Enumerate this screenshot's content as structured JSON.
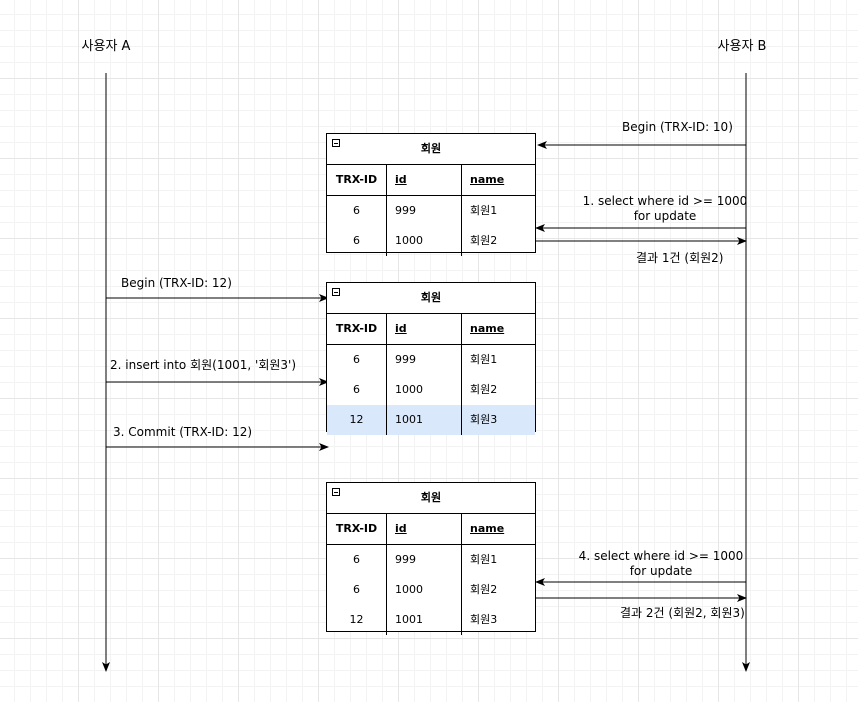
{
  "actors": {
    "a": "사용자 A",
    "b": "사용자 B"
  },
  "messages": {
    "begin_b": "Begin (TRX-ID: 10)",
    "select1_line1": "1. select where id >= 1000",
    "select1_line2": "for update",
    "result1": "결과 1건 (회원2)",
    "begin_a": "Begin (TRX-ID: 12)",
    "insert": "2. insert into 회원(1001, '회원3')",
    "commit": "3. Commit (TRX-ID: 12)",
    "select2_line1": "4. select where id >= 1000",
    "select2_line2": "for update",
    "result2": "결과 2건 (회원2, 회원3)"
  },
  "tables": [
    {
      "title": "회원",
      "columns": [
        "TRX-ID",
        "id",
        "name"
      ],
      "rows": [
        [
          "6",
          "999",
          "회원1"
        ],
        [
          "6",
          "1000",
          "회원2"
        ]
      ]
    },
    {
      "title": "회원",
      "columns": [
        "TRX-ID",
        "id",
        "name"
      ],
      "rows": [
        [
          "6",
          "999",
          "회원1"
        ],
        [
          "6",
          "1000",
          "회원2"
        ],
        [
          "12",
          "1001",
          "회원3"
        ]
      ],
      "highlight_row": 2,
      "highlight_color": "#dae8fc"
    },
    {
      "title": "회원",
      "columns": [
        "TRX-ID",
        "id",
        "name"
      ],
      "rows": [
        [
          "6",
          "999",
          "회원1"
        ],
        [
          "6",
          "1000",
          "회원2"
        ],
        [
          "12",
          "1001",
          "회원3"
        ]
      ]
    }
  ]
}
